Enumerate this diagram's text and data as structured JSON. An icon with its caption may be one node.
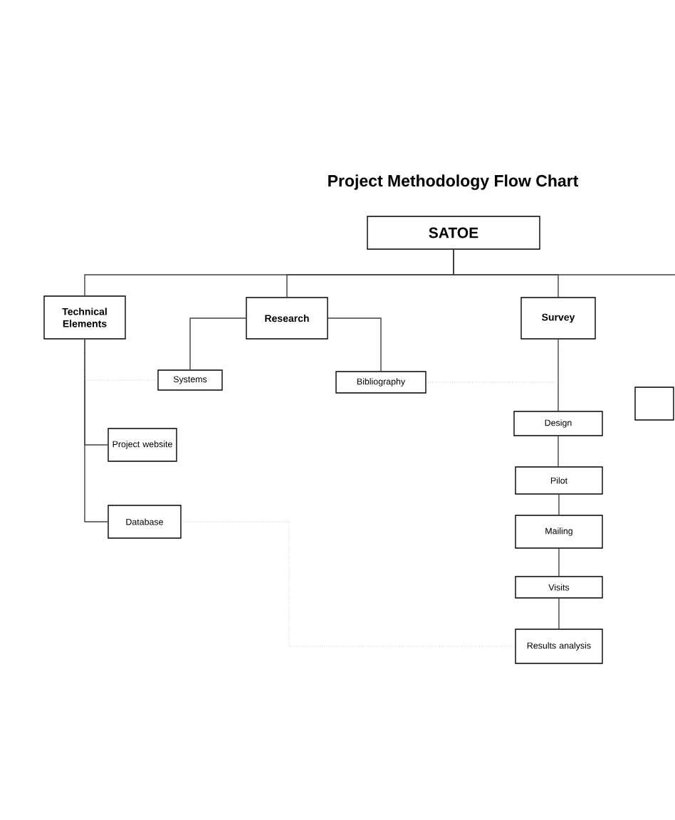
{
  "diagram": {
    "title": "Project Methodology Flow Chart",
    "nodes": [
      {
        "text": [
          "SATOE"
        ]
      },
      {
        "text": [
          "Technical Elements"
        ]
      },
      {
        "text": [
          "Research"
        ]
      },
      {
        "text": [
          "Survey"
        ]
      },
      {
        "text": [
          "Systems"
        ]
      },
      {
        "text": [
          "Bibliography"
        ]
      },
      {
        "text": [
          "Project website"
        ]
      },
      {
        "text": [
          "Database"
        ]
      },
      {
        "text": [
          "Design"
        ]
      },
      {
        "text": [
          "Pilot"
        ]
      },
      {
        "text": [
          "Mailing"
        ]
      },
      {
        "text": [
          "Visits"
        ]
      },
      {
        "text": [
          "Results analysis"
        ]
      },
      {
        "text": [],
        "shape": "box"
      }
    ],
    "edges": [
      {
        "from": 0,
        "to": 1,
        "arrow": "none"
      },
      {
        "from": 0,
        "to": 2,
        "arrow": "none"
      },
      {
        "from": 0,
        "to": 3,
        "arrow": "none"
      },
      {
        "from": 0,
        "to": null,
        "arrow": "none"
      },
      {
        "from": 2,
        "to": 4,
        "arrow": "none"
      },
      {
        "from": 2,
        "to": 5,
        "arrow": "none"
      },
      {
        "from": 1,
        "to": 6,
        "arrow": "none"
      },
      {
        "from": 1,
        "to": 7,
        "arrow": "none"
      },
      {
        "from": 3,
        "to": 8,
        "arrow": "none"
      },
      {
        "from": 8,
        "to": 9,
        "arrow": "none"
      },
      {
        "from": 9,
        "to": 10,
        "arrow": "none"
      },
      {
        "from": 10,
        "to": 11,
        "arrow": "none"
      },
      {
        "from": 11,
        "to": 12,
        "arrow": "none"
      },
      {
        "from": 1,
        "to": 4,
        "arrow": "none",
        "style": "dashed",
        "color": "#aaaaaa"
      },
      {
        "from": 5,
        "to": 3,
        "arrow": "none",
        "style": "dashed",
        "color": "#aaaaaa"
      },
      {
        "from": 7,
        "to": 12,
        "arrow": "none",
        "style": "dashed",
        "color": "#aaaaaa"
      }
    ]
  }
}
